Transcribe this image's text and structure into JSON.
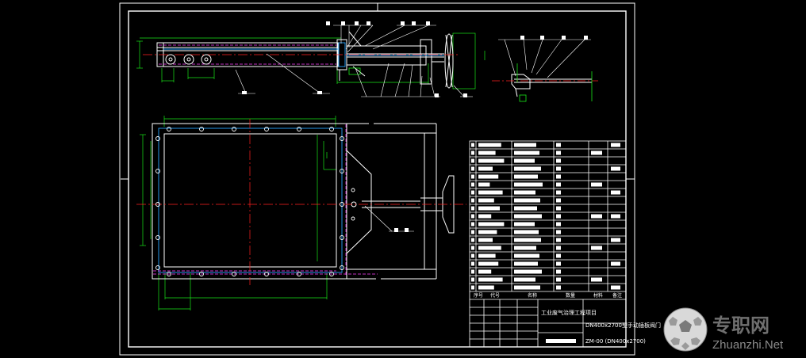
{
  "drawing": {
    "background": "#000000",
    "colors": {
      "frame": "#ffffff",
      "outline": "#ffffff",
      "center": "#ff2020",
      "dimension": "#19e619",
      "hidden": "#ff40ff",
      "leader": "#ffffff",
      "accent": "#2aa6ff",
      "yellow": "#ffee00"
    }
  },
  "title_block": {
    "header_cells": [
      "序号",
      "代号",
      "名称",
      "数量",
      "材料",
      "备注"
    ],
    "project_name": "工业废气治理工程项目",
    "drawing_name": "DN400x2700型手动插板阀门",
    "drawing_code": "ZM-00 (DN400x2700)"
  },
  "watermark": {
    "cn_text": "专职网",
    "en_text": "Zhuanzhi.Net"
  },
  "icons": {
    "watermark_logo": "soccer-ball-icon"
  }
}
